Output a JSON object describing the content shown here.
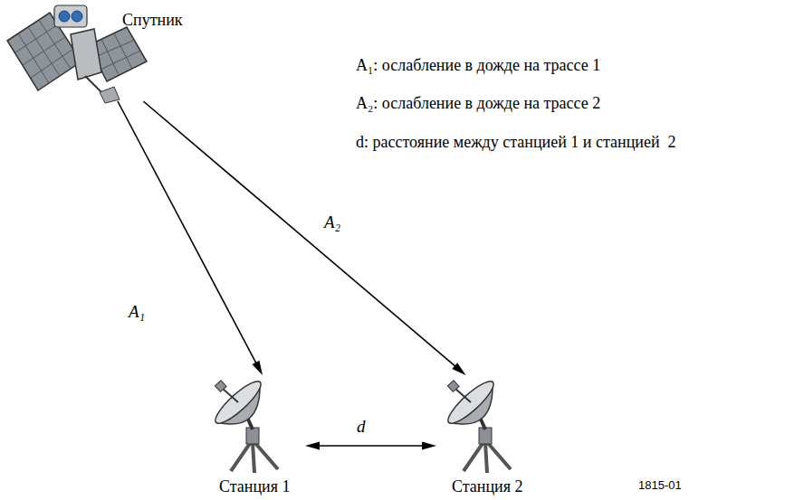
{
  "diagram": {
    "nodes": [
      {
        "text": [
          "Спутник"
        ]
      },
      {
        "text": [
          "Станция 1"
        ]
      },
      {
        "text": [
          "Станция 2"
        ]
      }
    ],
    "edges": [
      {
        "from": 0,
        "to": 1,
        "arrow": "to",
        "label": "A₁"
      },
      {
        "from": 0,
        "to": 2,
        "arrow": "to",
        "label": "A₂"
      },
      {
        "from": 1,
        "to": 2,
        "arrow": "both",
        "label": "d"
      }
    ],
    "labels": [
      "A₁: ослабление в дожде на трассе 1",
      "A₂: ослабление в дожде на трассе 2",
      "d: расстояние между станцией 1 и станцией  2",
      "1815-01"
    ]
  }
}
